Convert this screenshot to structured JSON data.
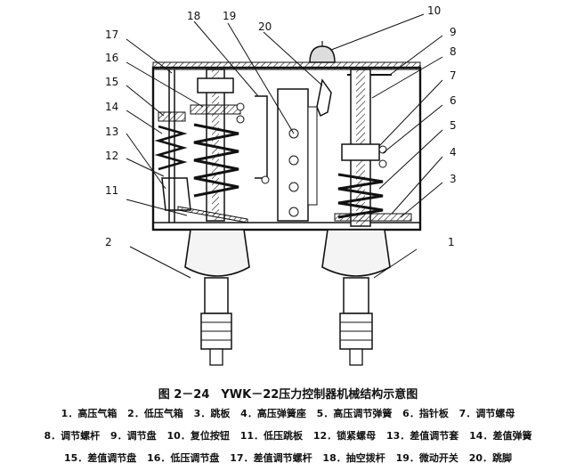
{
  "figure": {
    "caption": "图 2－24　YWK－22压力控制器机械结构示意图",
    "labels": [
      "1",
      "2",
      "3",
      "4",
      "5",
      "6",
      "7",
      "8",
      "9",
      "10",
      "11",
      "12",
      "13",
      "14",
      "15",
      "16",
      "17",
      "18",
      "19",
      "20"
    ],
    "legend": [
      [
        "1．高压气箱",
        "2．低压气箱",
        "3．跳板",
        "4．高压弹簧座",
        "5．高压调节弹簧",
        "6．指针板",
        "7．调节螺母"
      ],
      [
        "8．调节螺杆",
        "9．调节盘",
        "10．复位按钮",
        "11．低压跳板",
        "12．锁紧螺母",
        "13．差值调节套",
        "14．差值弹簧"
      ],
      [
        "15．差值调节盘",
        "16．低压调节盘",
        "17．差值调节螺杆",
        "18．抽空拨杆",
        "19．微动开关",
        "20．跳脚"
      ]
    ]
  }
}
